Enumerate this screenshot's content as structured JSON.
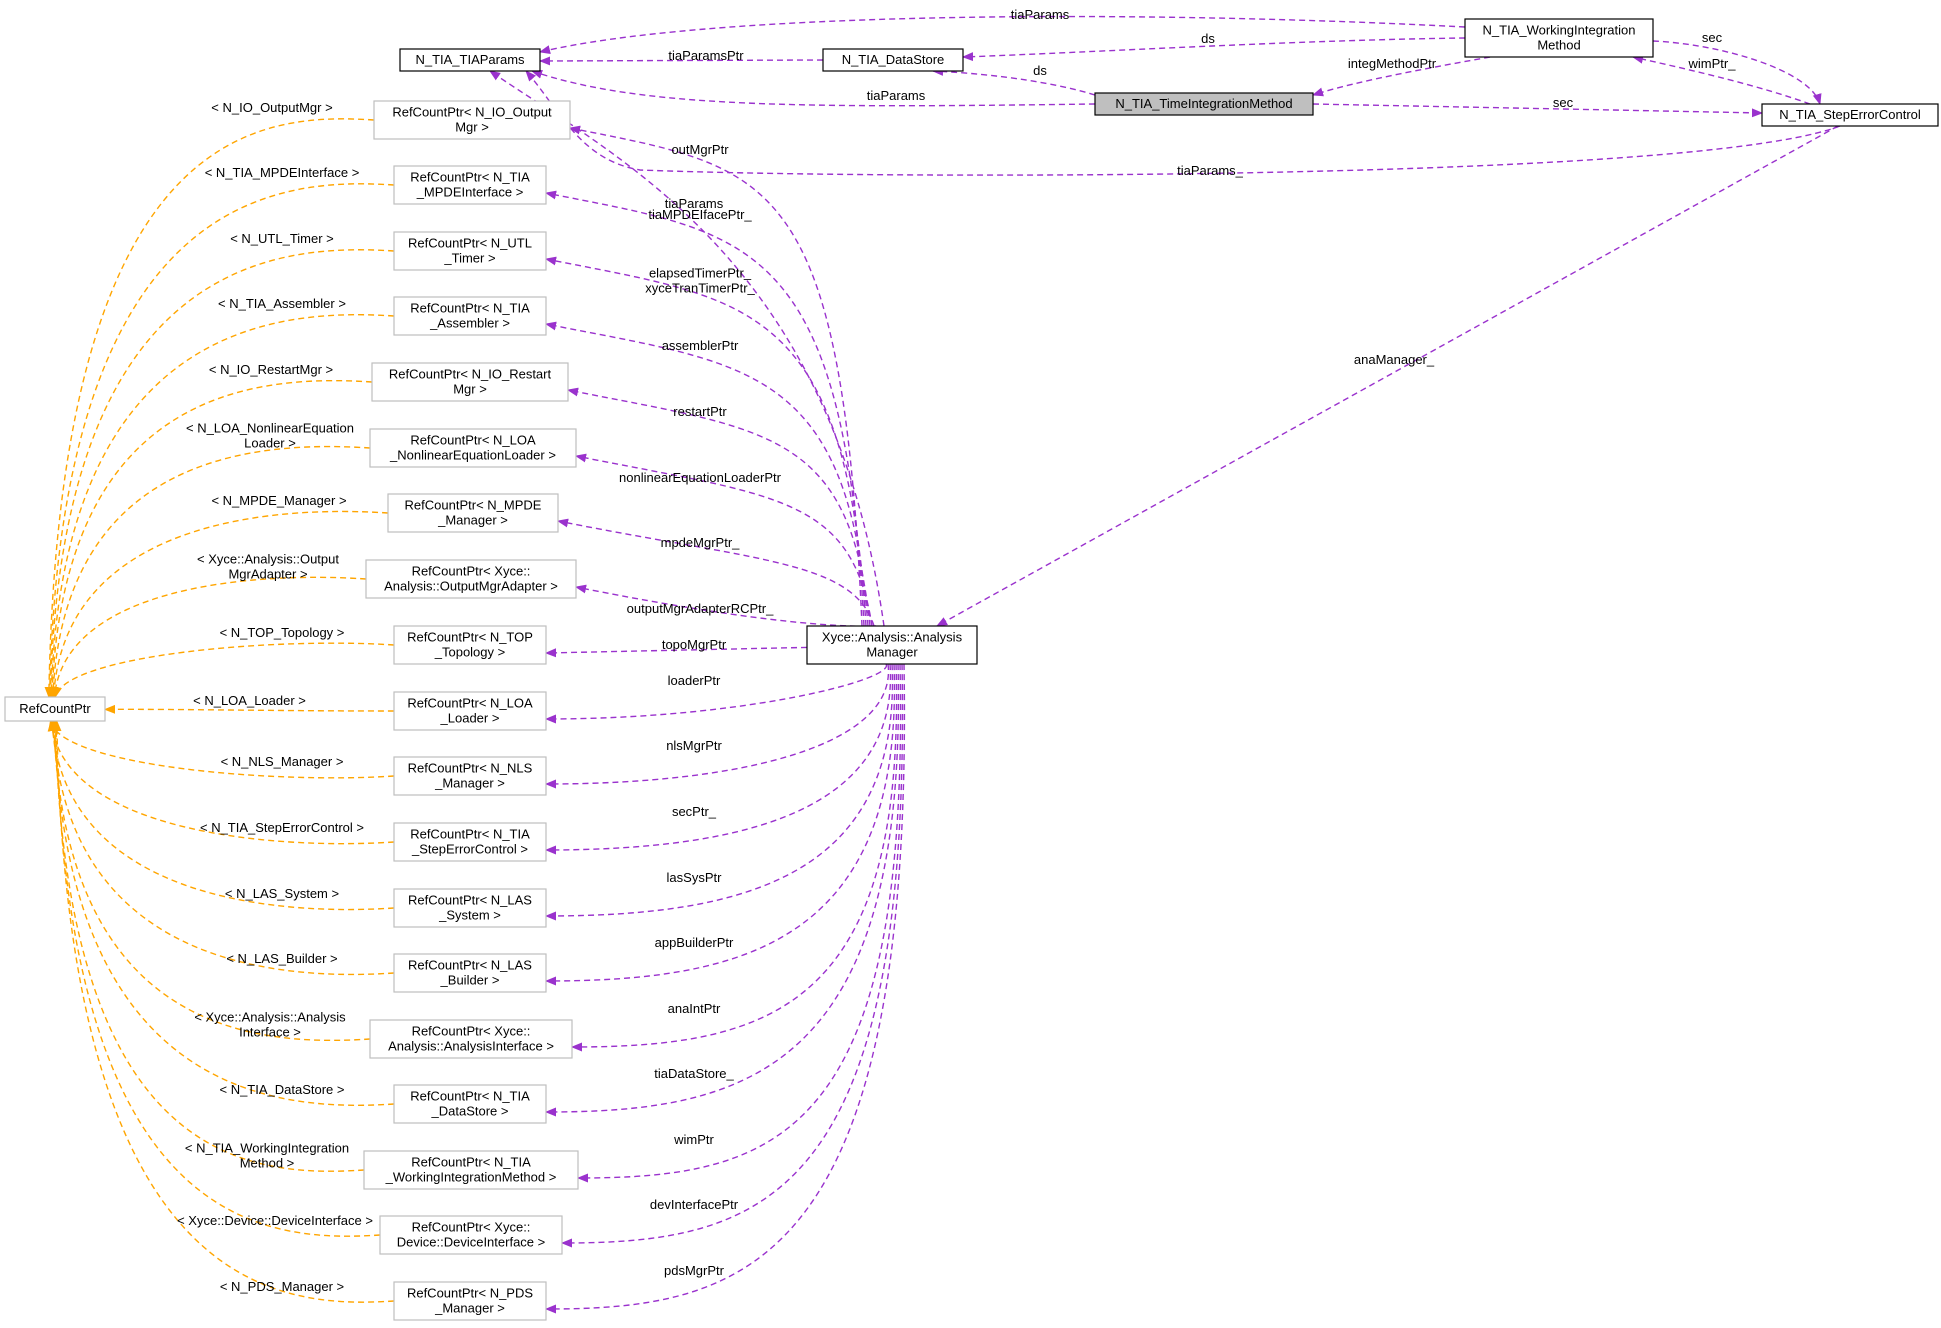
{
  "colors": {
    "use_edge": "#9a32cd",
    "template_edge": "#ffa500",
    "template_node_border": "#bfbfbf",
    "class_node_border": "#000000",
    "focus_node_fill": "#bfbfbf"
  },
  "nodes": {
    "tiaParams": "N_TIA_TIAParams",
    "dataStore": "N_TIA_DataStore",
    "timeIntegrationMethod": "N_TIA_TimeIntegrationMethod",
    "workingIntegration": [
      "N_TIA_WorkingIntegration",
      "Method"
    ],
    "stepErrorControl": "N_TIA_StepErrorControl",
    "analysisManager": [
      "Xyce::Analysis::Analysis",
      "Manager"
    ],
    "refCountPtr": "RefCountPtr",
    "rcp_outputMgr": [
      "RefCountPtr< N_IO_Output",
      "Mgr >"
    ],
    "rcp_mpdeInterface": [
      "RefCountPtr< N_TIA",
      "_MPDEInterface >"
    ],
    "rcp_timer": [
      "RefCountPtr< N_UTL",
      "_Timer >"
    ],
    "rcp_assembler": [
      "RefCountPtr< N_TIA",
      "_Assembler >"
    ],
    "rcp_restartMgr": [
      "RefCountPtr< N_IO_Restart",
      "Mgr >"
    ],
    "rcp_nonlinearLoader": [
      "RefCountPtr< N_LOA",
      "_NonlinearEquationLoader >"
    ],
    "rcp_mpdeManager": [
      "RefCountPtr< N_MPDE",
      "_Manager >"
    ],
    "rcp_outputMgrAdapter": [
      "RefCountPtr< Xyce::",
      "Analysis::OutputMgrAdapter >"
    ],
    "rcp_topology": [
      "RefCountPtr< N_TOP",
      "_Topology >"
    ],
    "rcp_loader": [
      "RefCountPtr< N_LOA",
      "_Loader >"
    ],
    "rcp_nlsManager": [
      "RefCountPtr< N_NLS",
      "_Manager >"
    ],
    "rcp_stepErrorControl": [
      "RefCountPtr< N_TIA",
      "_StepErrorControl >"
    ],
    "rcp_lasSystem": [
      "RefCountPtr< N_LAS",
      "_System >"
    ],
    "rcp_lasBuilder": [
      "RefCountPtr< N_LAS",
      "_Builder >"
    ],
    "rcp_analysisInterface": [
      "RefCountPtr< Xyce::",
      "Analysis::AnalysisInterface >"
    ],
    "rcp_dataStore": [
      "RefCountPtr< N_TIA",
      "_DataStore >"
    ],
    "rcp_workingIntegration": [
      "RefCountPtr< N_TIA",
      "_WorkingIntegrationMethod >"
    ],
    "rcp_deviceInterface": [
      "RefCountPtr< Xyce::",
      "Device::DeviceInterface >"
    ],
    "rcp_pdsManager": [
      "RefCountPtr< N_PDS",
      "_Manager >"
    ]
  },
  "use_edge_labels": {
    "wim_tiaParams": "tiaParams",
    "wim_ds": "ds",
    "wim_integMethodPtr": "integMethodPtr",
    "wim_sec": "sec",
    "sec_wimPtr": "wimPtr_",
    "ds_tiaParamsPtr": "tiaParamsPtr",
    "tim_ds": "ds",
    "tim_tiaParams": "tiaParams",
    "tim_sec": "sec",
    "sec_tiaParams": "tiaParams_",
    "sec_anaManager": "anaManager_",
    "am_tiaParams": "tiaParams",
    "am_outMgrPtr": "outMgrPtr",
    "am_tiaMPDEIfacePtr": "tiaMPDEIfacePtr_",
    "am_timers": [
      "elapsedTimerPtr_",
      "xyceTranTimerPtr_"
    ],
    "am_assemblerPtr": "assemblerPtr",
    "am_restartPtr": "restartPtr",
    "am_nonlinearEquationLoaderPtr": "nonlinearEquationLoaderPtr",
    "am_mpdeMgrPtr": "mpdeMgrPtr_",
    "am_outputMgrAdapterRCPtr": "outputMgrAdapterRCPtr_",
    "am_topoMgrPtr": "topoMgrPtr",
    "am_loaderPtr": "loaderPtr",
    "am_nlsMgrPtr": "nlsMgrPtr",
    "am_secPtr": "secPtr_",
    "am_lasSysPtr": "lasSysPtr",
    "am_appBuilderPtr": "appBuilderPtr",
    "am_anaIntPtr": "anaIntPtr",
    "am_tiaDataStore": "tiaDataStore_",
    "am_wimPtr": "wimPtr",
    "am_devInterfacePtr": "devInterfacePtr",
    "am_pdsMgrPtr": "pdsMgrPtr"
  },
  "template_edge_labels": {
    "outputMgr": "< N_IO_OutputMgr >",
    "mpdeInterface": "< N_TIA_MPDEInterface >",
    "timer": "< N_UTL_Timer >",
    "assembler": "< N_TIA_Assembler >",
    "restartMgr": "< N_IO_RestartMgr >",
    "nonlinearLoader": [
      "< N_LOA_NonlinearEquation",
      "Loader >"
    ],
    "mpdeManager": "< N_MPDE_Manager >",
    "outputMgrAdapter": [
      "< Xyce::Analysis::Output",
      "MgrAdapter >"
    ],
    "topology": "< N_TOP_Topology >",
    "loader": "< N_LOA_Loader >",
    "nlsManager": "< N_NLS_Manager >",
    "stepErrorControl": "< N_TIA_StepErrorControl >",
    "lasSystem": "< N_LAS_System >",
    "lasBuilder": "< N_LAS_Builder >",
    "analysisInterface": [
      "< Xyce::Analysis::Analysis",
      "Interface >"
    ],
    "dataStore": "< N_TIA_DataStore >",
    "workingIntegration": [
      "< N_TIA_WorkingIntegration",
      "Method >"
    ],
    "deviceInterface": "< Xyce::Device::DeviceInterface >",
    "pdsManager": "< N_PDS_Manager >"
  }
}
